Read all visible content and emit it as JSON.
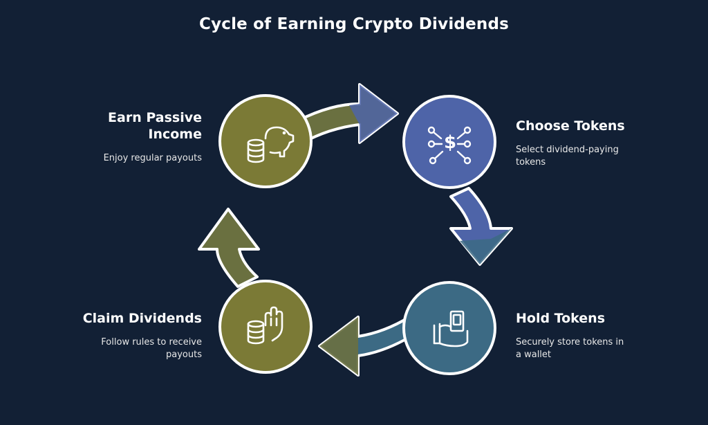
{
  "title": "Cycle of Earning Crypto Dividends",
  "colors": {
    "background": "#122035",
    "olive": "#7b7a36",
    "blue": "#4e64a8",
    "teal": "#3c6a84",
    "outline": "#ffffff"
  },
  "steps": [
    {
      "id": "earn",
      "title_line1": "Earn Passive",
      "title_line2": "Income",
      "description": "Enjoy regular payouts",
      "icon": "piggy-bank-coins-icon",
      "color": "#7b7a36"
    },
    {
      "id": "choose",
      "title": "Choose Tokens",
      "description_line1": "Select dividend-paying",
      "description_line2": "tokens",
      "icon": "dollar-network-icon",
      "color": "#4e64a8"
    },
    {
      "id": "hold",
      "title": "Hold Tokens",
      "description_line1": "Securely store tokens in",
      "description_line2": "a wallet",
      "icon": "hand-holding-cash-icon",
      "color": "#3c6a84"
    },
    {
      "id": "claim",
      "title": "Claim Dividends",
      "description_line1": "Follow rules to receive",
      "description_line2": "payouts",
      "icon": "hand-coins-icon",
      "color": "#7b7a36"
    }
  ]
}
